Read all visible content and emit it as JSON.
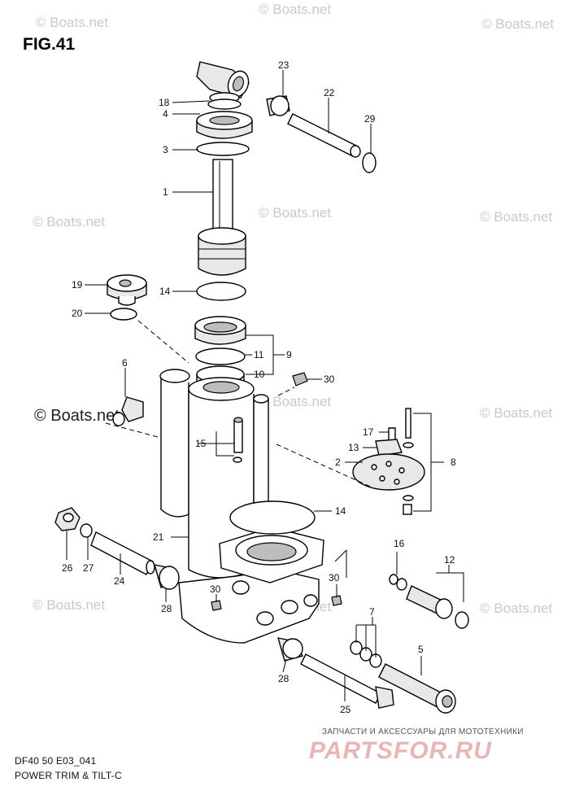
{
  "figure": {
    "title": "FIG.41",
    "code": "DF40 50 E03_041",
    "name": "POWER TRIM & TILT-C"
  },
  "watermarks": {
    "boats": "© Boats.net",
    "boats_strong": "© Boats.net"
  },
  "brand": {
    "subtitle": "ЗАПЧАСТИ И АКСЕССУАРЫ ДЛЯ МОТОТЕХНИКИ",
    "logo": "PARTSFOR.RU"
  },
  "callouts": {
    "c1": "1",
    "c2": "2",
    "c3": "3",
    "c4": "4",
    "c5": "5",
    "c6": "6",
    "c7": "7",
    "c8": "8",
    "c9": "9",
    "c10": "10",
    "c11": "11",
    "c12": "12",
    "c13": "13",
    "c14a": "14",
    "c14b": "14",
    "c15": "15",
    "c16": "16",
    "c17": "17",
    "c18": "18",
    "c19": "19",
    "c20": "20",
    "c21": "21",
    "c22": "22",
    "c23": "23",
    "c24": "24",
    "c25": "25",
    "c26": "26",
    "c27": "27",
    "c28a": "28",
    "c28b": "28",
    "c29": "29",
    "c30a": "30",
    "c30b": "30",
    "c30c": "30"
  },
  "colors": {
    "line": "#000000",
    "watermark": "#c9c9c9",
    "brand_red": "#e8b6b6"
  }
}
